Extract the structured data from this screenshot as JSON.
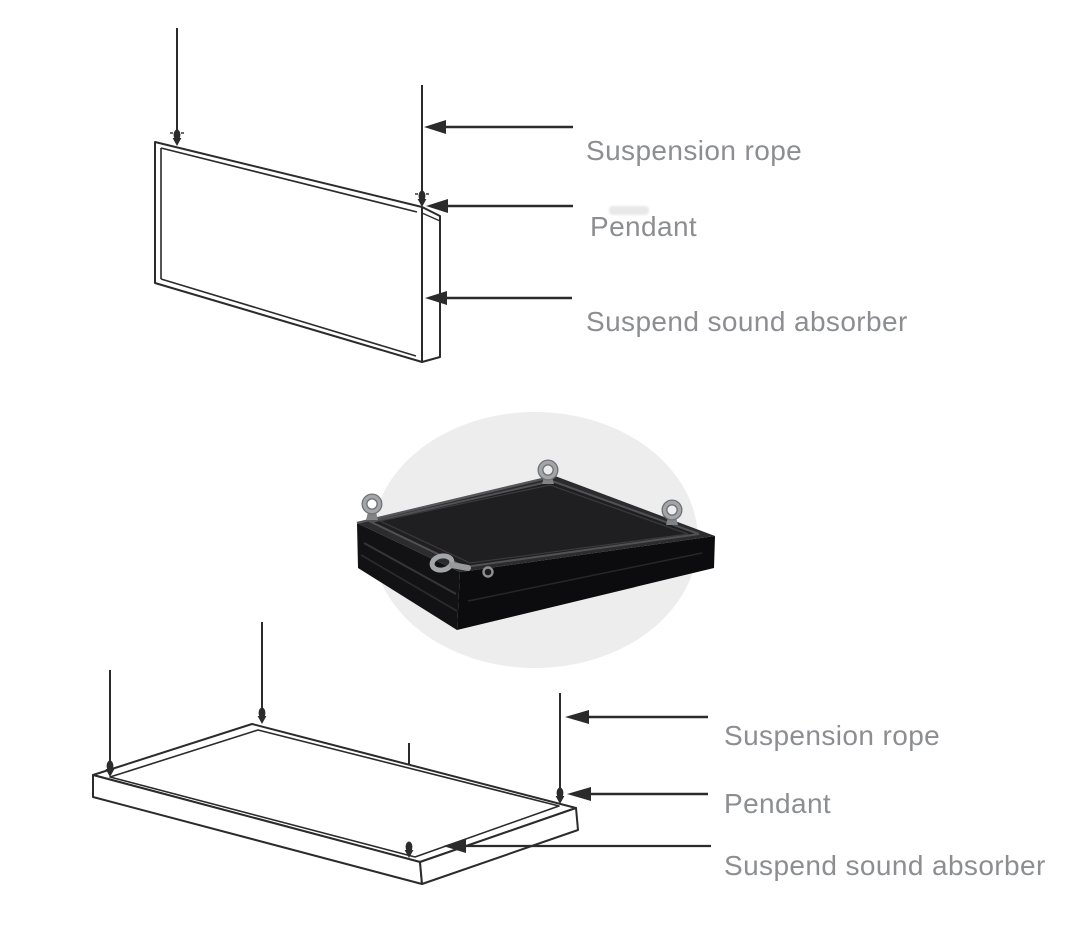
{
  "page": {
    "background": "#ffffff"
  },
  "colors": {
    "line": "#2b2b2b",
    "label_text": "#8c8e91",
    "photo_backdrop": "#ededee",
    "panel_top_face": "#2c2c2e",
    "panel_inner_face": "#1f1f21",
    "panel_frame_line": "#515155",
    "panel_left_face": "#121214",
    "panel_right_face": "#0c0c0e",
    "eyebolt_metal": "#a3a5a8"
  },
  "top_diagram": {
    "description": "vertical suspended baffle line drawing",
    "labels": [
      {
        "text": "Suspension rope"
      },
      {
        "text": "Pendant"
      },
      {
        "text": "Suspend sound absorber"
      }
    ]
  },
  "product_photo": {
    "description": "black suspended sound absorber panel with eyebolts on light circular backdrop"
  },
  "bottom_diagram": {
    "description": "horizontal suspended panel line drawing",
    "labels": [
      {
        "text": "Suspension rope"
      },
      {
        "text": "Pendant"
      },
      {
        "text": "Suspend sound absorber"
      }
    ]
  }
}
